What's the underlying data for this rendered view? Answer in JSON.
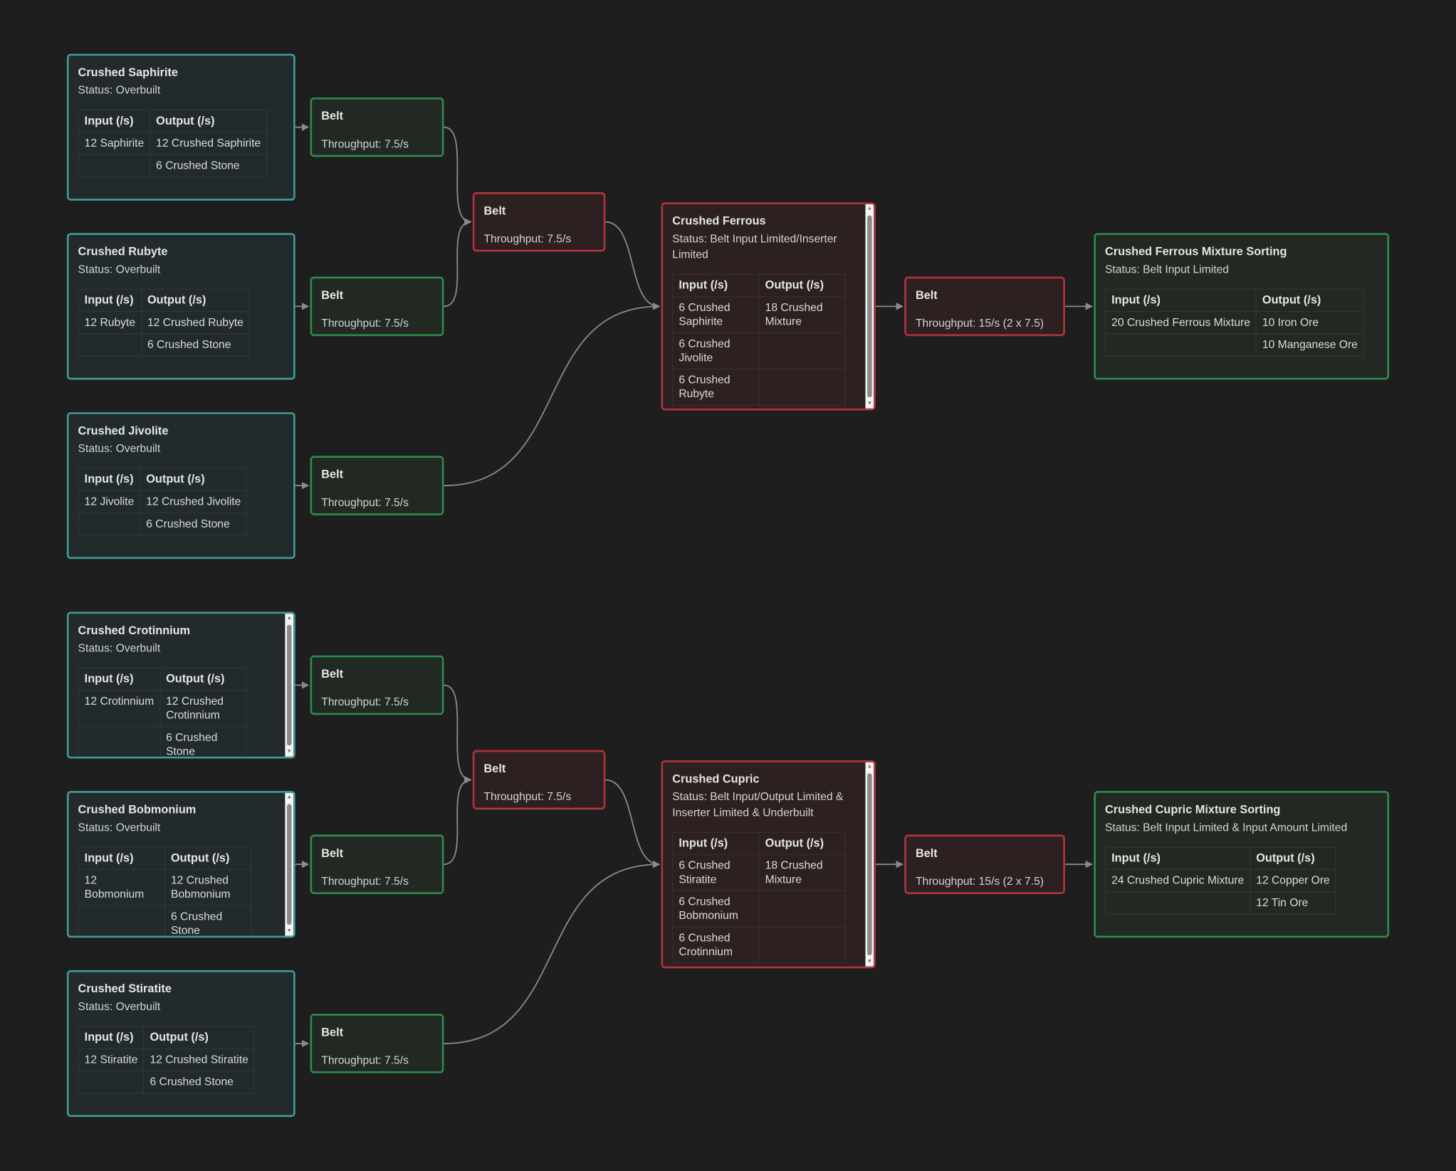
{
  "labels": {
    "input_header": "Input (/s)",
    "output_header": "Output (/s)"
  },
  "colors": {
    "background": "#1e1e1e",
    "overbuilt": "#3f9c9a",
    "ok": "#2f8c4a",
    "limited": "#b3343b",
    "edge": "#8a8a8a"
  },
  "nodes": [
    {
      "id": "saphirite",
      "kind": "machine",
      "state": "overbuilt",
      "title": "Crushed Saphirite",
      "status": "Status: Overbuilt",
      "rows": [
        [
          "12 Saphirite",
          "12 Crushed Saphirite"
        ],
        [
          "",
          "6 Crushed Stone"
        ]
      ]
    },
    {
      "id": "rubyte",
      "kind": "machine",
      "state": "overbuilt",
      "title": "Crushed Rubyte",
      "status": "Status: Overbuilt",
      "rows": [
        [
          "12 Rubyte",
          "12 Crushed Rubyte"
        ],
        [
          "",
          "6 Crushed Stone"
        ]
      ]
    },
    {
      "id": "jivolite",
      "kind": "machine",
      "state": "overbuilt",
      "title": "Crushed Jivolite",
      "status": "Status: Overbuilt",
      "rows": [
        [
          "12 Jivolite",
          "12 Crushed Jivolite"
        ],
        [
          "",
          "6 Crushed Stone"
        ]
      ]
    },
    {
      "id": "crotinnium",
      "kind": "machine",
      "state": "overbuilt",
      "scroll": true,
      "title": "Crushed Crotinnium",
      "status": "Status: Overbuilt",
      "rows": [
        [
          "12 Crotinnium",
          "12 Crushed Crotinnium"
        ],
        [
          "",
          "6 Crushed Stone"
        ]
      ]
    },
    {
      "id": "bobmonium",
      "kind": "machine",
      "state": "overbuilt",
      "scroll": true,
      "title": "Crushed Bobmonium",
      "status": "Status: Overbuilt",
      "rows": [
        [
          "12 Bobmonium",
          "12 Crushed Bobmonium"
        ],
        [
          "",
          "6 Crushed Stone"
        ]
      ]
    },
    {
      "id": "stiratite",
      "kind": "machine",
      "state": "overbuilt",
      "title": "Crushed Stiratite",
      "status": "Status: Overbuilt",
      "rows": [
        [
          "12 Stiratite",
          "12 Crushed Stiratite"
        ],
        [
          "",
          "6 Crushed Stone"
        ]
      ]
    },
    {
      "id": "b1",
      "kind": "belt",
      "state": "ok",
      "title": "Belt",
      "throughput": "Throughput: 7.5/s"
    },
    {
      "id": "b2",
      "kind": "belt",
      "state": "ok",
      "title": "Belt",
      "throughput": "Throughput: 7.5/s"
    },
    {
      "id": "b3",
      "kind": "belt",
      "state": "ok",
      "title": "Belt",
      "throughput": "Throughput: 7.5/s"
    },
    {
      "id": "b4",
      "kind": "belt",
      "state": "ok",
      "title": "Belt",
      "throughput": "Throughput: 7.5/s"
    },
    {
      "id": "b5",
      "kind": "belt",
      "state": "ok",
      "title": "Belt",
      "throughput": "Throughput: 7.5/s"
    },
    {
      "id": "b6",
      "kind": "belt",
      "state": "ok",
      "title": "Belt",
      "throughput": "Throughput: 7.5/s"
    },
    {
      "id": "m1",
      "kind": "belt",
      "state": "limited",
      "title": "Belt",
      "throughput": "Throughput: 7.5/s"
    },
    {
      "id": "m2",
      "kind": "belt",
      "state": "limited",
      "title": "Belt",
      "throughput": "Throughput: 7.5/s"
    },
    {
      "id": "ferrous",
      "kind": "machine",
      "state": "limited",
      "scroll": true,
      "title": "Crushed Ferrous",
      "status": "Status: Belt Input Limited/Inserter Limited",
      "rows": [
        [
          "6 Crushed Saphirite",
          "18 Crushed Mixture"
        ],
        [
          "6 Crushed Jivolite",
          ""
        ],
        [
          "6 Crushed Rubyte",
          ""
        ]
      ]
    },
    {
      "id": "cupric",
      "kind": "machine",
      "state": "limited",
      "scroll": true,
      "title": "Crushed Cupric",
      "status": "Status: Belt Input/Output Limited & Inserter Limited & Underbuilt",
      "rows": [
        [
          "6 Crushed Stiratite",
          "18 Crushed Mixture"
        ],
        [
          "6 Crushed Bobmonium",
          ""
        ],
        [
          "6 Crushed Crotinnium",
          ""
        ]
      ]
    },
    {
      "id": "o1",
      "kind": "belt",
      "state": "limited",
      "title": "Belt",
      "throughput": "Throughput: 15/s (2 x 7.5)"
    },
    {
      "id": "o2",
      "kind": "belt",
      "state": "limited",
      "title": "Belt",
      "throughput": "Throughput: 15/s (2 x 7.5)"
    },
    {
      "id": "ferrous_sort",
      "kind": "machine",
      "state": "ok",
      "title": "Crushed Ferrous Mixture Sorting",
      "status": "Status: Belt Input Limited",
      "rows": [
        [
          "20 Crushed Ferrous Mixture",
          "10 Iron Ore"
        ],
        [
          "",
          "10 Manganese Ore"
        ]
      ]
    },
    {
      "id": "cupric_sort",
      "kind": "machine",
      "state": "ok",
      "title": "Crushed Cupric Mixture Sorting",
      "status": "Status: Belt Input Limited & Input Amount Limited",
      "rows": [
        [
          "24 Crushed Cupric Mixture",
          "12 Copper Ore"
        ],
        [
          "",
          "12 Tin Ore"
        ]
      ]
    }
  ],
  "edges": [
    [
      "saphirite",
      "b1"
    ],
    [
      "rubyte",
      "b2"
    ],
    [
      "jivolite",
      "b3"
    ],
    [
      "crotinnium",
      "b4"
    ],
    [
      "bobmonium",
      "b5"
    ],
    [
      "stiratite",
      "b6"
    ],
    [
      "b1",
      "m1"
    ],
    [
      "b2",
      "m1"
    ],
    [
      "m1",
      "ferrous"
    ],
    [
      "b3",
      "ferrous"
    ],
    [
      "ferrous",
      "o1"
    ],
    [
      "o1",
      "ferrous_sort"
    ],
    [
      "b4",
      "m2"
    ],
    [
      "b5",
      "m2"
    ],
    [
      "m2",
      "cupric"
    ],
    [
      "b6",
      "cupric"
    ],
    [
      "cupric",
      "o2"
    ],
    [
      "o2",
      "cupric_sort"
    ]
  ]
}
